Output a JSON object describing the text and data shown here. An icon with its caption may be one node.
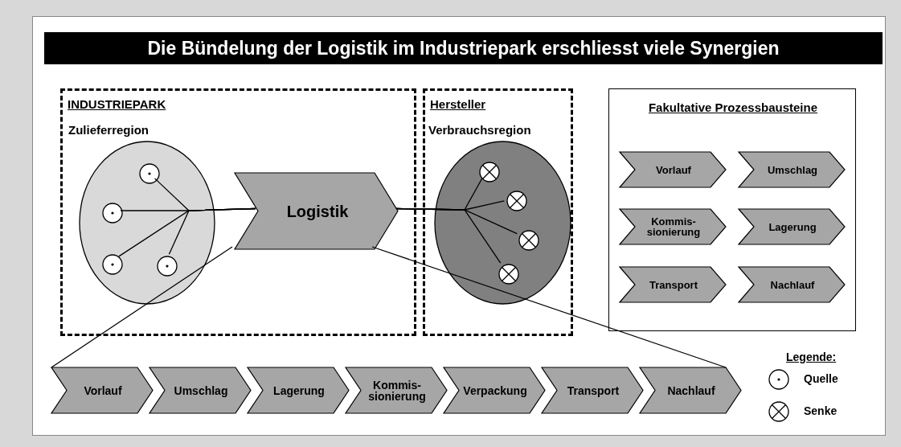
{
  "diagram": {
    "title": "Die Bündelung der Logistik im Industriepark erschliesst viele Synergien",
    "nodes": [
      {
        "text": [
          "INDUSTRIEPARK"
        ]
      },
      {
        "text": [
          "Zulieferregion"
        ],
        "in": 0
      },
      {
        "text": [],
        "shape": "circle",
        "in": 1
      },
      {
        "text": [],
        "shape": "circle",
        "in": 1
      },
      {
        "text": [],
        "shape": "circle",
        "in": 1
      },
      {
        "text": [],
        "shape": "circle",
        "in": 1
      },
      {
        "text": [
          "Logistik"
        ],
        "in": 0
      },
      {
        "text": [
          "Hersteller"
        ]
      },
      {
        "text": [
          "Verbrauchsregion"
        ],
        "in": 7
      },
      {
        "text": [],
        "shape": "circle",
        "in": 8
      },
      {
        "text": [],
        "shape": "circle",
        "in": 8
      },
      {
        "text": [],
        "shape": "circle",
        "in": 8
      },
      {
        "text": [],
        "shape": "circle",
        "in": 8
      },
      {
        "text": [
          "Fakultative Prozessbausteine"
        ]
      },
      {
        "text": [
          "Vorlauf"
        ],
        "in": 13
      },
      {
        "text": [
          "Umschlag"
        ],
        "in": 13
      },
      {
        "text": [
          "Kommis- sionierung"
        ],
        "in": 13
      },
      {
        "text": [
          "Lagerung"
        ],
        "in": 13
      },
      {
        "text": [
          "Transport"
        ],
        "in": 13
      },
      {
        "text": [
          "Nachlauf"
        ],
        "in": 13
      },
      {
        "text": [
          "Vorlauf"
        ]
      },
      {
        "text": [
          "Umschlag"
        ]
      },
      {
        "text": [
          "Lagerung"
        ]
      },
      {
        "text": [
          "Kommis- sionierung"
        ]
      },
      {
        "text": [
          "Verpackung"
        ]
      },
      {
        "text": [
          "Transport"
        ]
      },
      {
        "text": [
          "Nachlauf"
        ]
      }
    ],
    "edges": [
      {
        "from": 2,
        "to": 6,
        "arrow": "none"
      },
      {
        "from": 3,
        "to": 6,
        "arrow": "none"
      },
      {
        "from": 4,
        "to": 6,
        "arrow": "none"
      },
      {
        "from": 5,
        "to": 6,
        "arrow": "none"
      },
      {
        "from": 6,
        "to": 9,
        "arrow": "none"
      },
      {
        "from": 6,
        "to": 10,
        "arrow": "none"
      },
      {
        "from": 6,
        "to": 11,
        "arrow": "none"
      },
      {
        "from": 6,
        "to": 12,
        "arrow": "none"
      },
      {
        "from": 6,
        "to": 20,
        "arrow": "none"
      },
      {
        "from": 6,
        "to": 26,
        "arrow": "none"
      }
    ],
    "labels": [
      "Legende:"
    ],
    "legend": [
      {
        "text": "Quelle"
      },
      {
        "text": "Senke"
      }
    ]
  }
}
